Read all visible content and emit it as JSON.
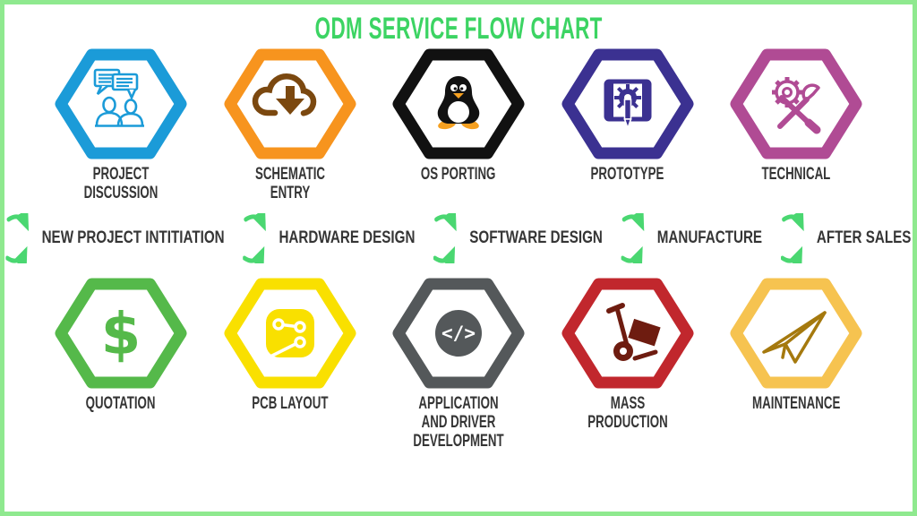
{
  "page": {
    "title": "ODM SERVICE FLOW CHART",
    "title_color": "#3cd463",
    "border_color": "#8fe98f",
    "background": "#ffffff",
    "label_color": "#353535"
  },
  "top_row": [
    {
      "label": "PROJECT DISCUSSION",
      "color": "#1b9bd8",
      "icon": "discussion-icon",
      "icon_color": "#1b9bd8"
    },
    {
      "label": "SCHEMATIC ENTRY",
      "color": "#f7941e",
      "icon": "cloud-download-icon",
      "icon_color": "#7b480f"
    },
    {
      "label": "OS PORTING",
      "color": "#111111",
      "icon": "linux-penguin-icon",
      "icon_color": "#111111"
    },
    {
      "label": "PROTOTYPE",
      "color": "#3b3191",
      "icon": "blueprint-gear-pencil-icon",
      "icon_color": "#3b3191"
    },
    {
      "label": "TECHNICAL",
      "color": "#b04b94",
      "icon": "gear-wrench-screwdriver-icon",
      "icon_color": "#b04b94"
    }
  ],
  "flow_row": {
    "arrow_color": "#4ad771",
    "steps": [
      "NEW PROJECT INTITIATION",
      "HARDWARE DESIGN",
      "SOFTWARE DESIGN",
      "MANUFACTURE",
      "AFTER SALES"
    ]
  },
  "bottom_row": [
    {
      "label": "QUOTATION",
      "color": "#55b94a",
      "icon": "dollar-icon",
      "icon_color": "#55b94a",
      "icon_char": "$"
    },
    {
      "label": "PCB LAYOUT",
      "color": "#f9e000",
      "icon": "pcb-circuit-icon",
      "icon_color": "#f9e000"
    },
    {
      "label": "APPLICATION AND DRIVER DEVELOPMENT",
      "color": "#54585a",
      "icon": "code-icon",
      "icon_color": "#54585a",
      "icon_char": "</>"
    },
    {
      "label": "MASS PRODUCTION",
      "color": "#c1272d",
      "icon": "hand-truck-icon",
      "icon_color": "#6e1c10"
    },
    {
      "label": "MAINTENANCE",
      "color": "#f6c350",
      "icon": "paper-plane-icon",
      "icon_color": "#a5790e"
    }
  ]
}
